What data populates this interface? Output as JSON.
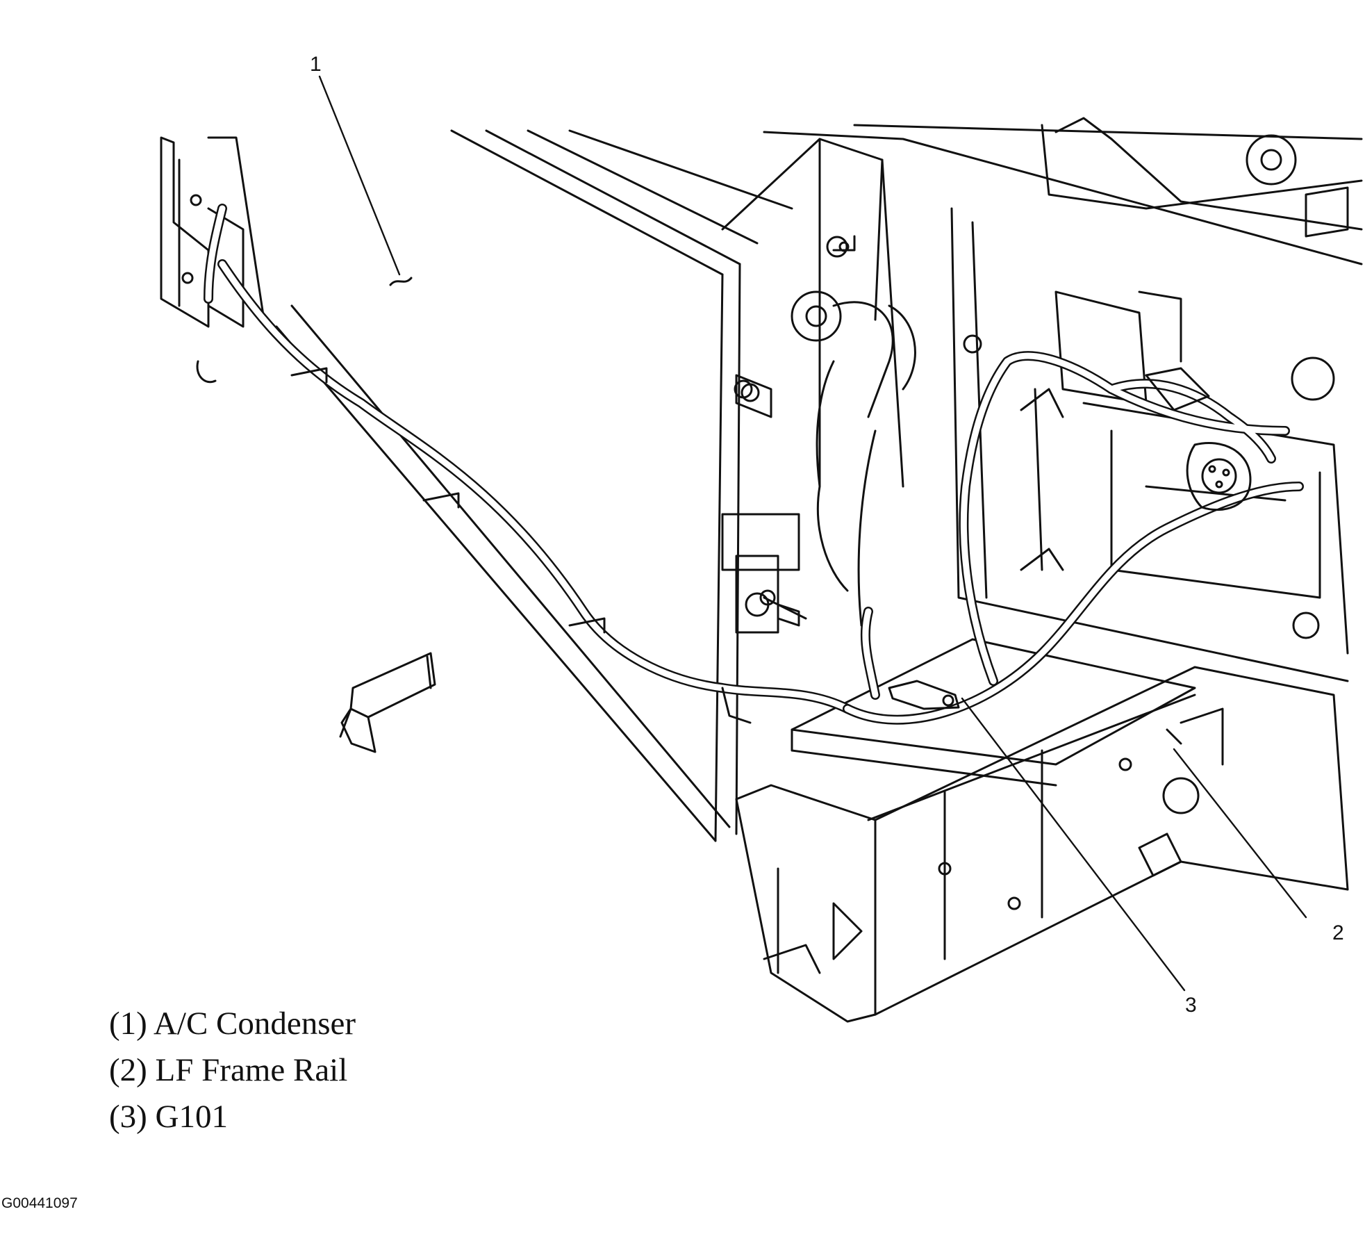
{
  "callouts": [
    "1",
    "2",
    "3"
  ],
  "legend": [
    "(1) A/C Condenser",
    "(2) LF Frame Rail",
    "(3) G101"
  ],
  "figure_id": "G00441097",
  "colors": {
    "line": "#111111",
    "background": "#ffffff"
  }
}
